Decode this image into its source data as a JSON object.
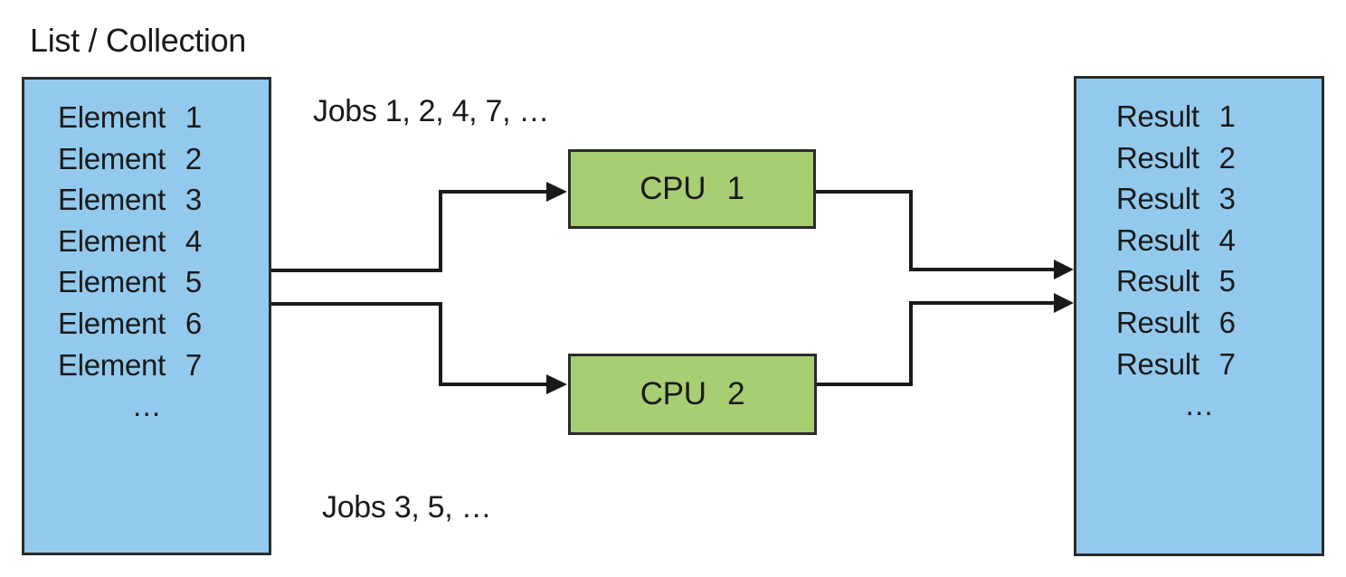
{
  "diagram": {
    "title": "List / Collection",
    "colors": {
      "list_box_fill": "#93c9ec",
      "cpu_box_fill": "#a7ce72",
      "border": "#2b2b2b",
      "line": "#1a1a1a",
      "background": "#ffffff",
      "text": "#1a1a1a"
    },
    "left_box": {
      "items": [
        "Element 1",
        "Element 2",
        "Element 3",
        "Element 4",
        "Element 5",
        "Element 6",
        "Element 7"
      ],
      "ellipsis": "…"
    },
    "right_box": {
      "items": [
        "Result 1",
        "Result 2",
        "Result 3",
        "Result 4",
        "Result 5",
        "Result 6",
        "Result 7"
      ],
      "ellipsis": "…"
    },
    "cpu1_label": "CPU 1",
    "cpu2_label": "CPU 2",
    "jobs_top_label": "Jobs 1, 2, 4, 7, …",
    "jobs_bottom_label": "Jobs 3, 5, …"
  }
}
